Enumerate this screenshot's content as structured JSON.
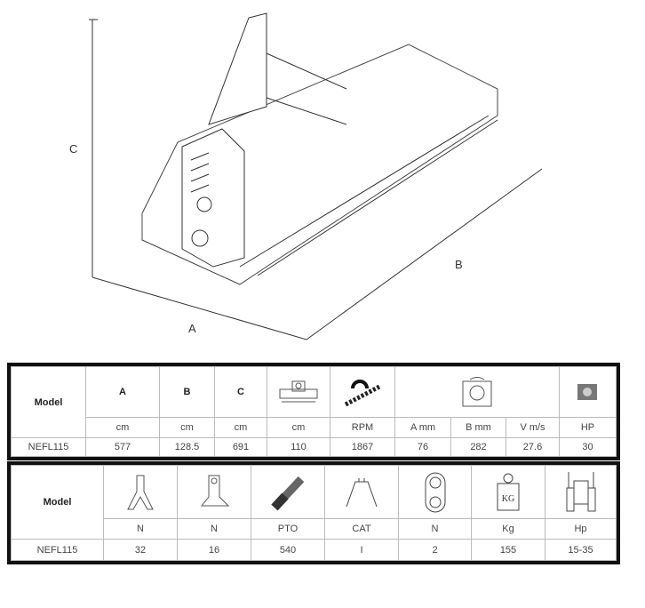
{
  "dimensions": {
    "a": "A",
    "b": "B",
    "c": "C"
  },
  "table1": {
    "model_header": "Model",
    "headers": [
      "A",
      "B",
      "C"
    ],
    "icons": [
      "cutting-width-icon",
      "rotor-rpm-icon",
      "blade-dimensions-icon",
      "gearbox-icon"
    ],
    "units": [
      "cm",
      "cm",
      "cm",
      "cm",
      "RPM",
      "A mm",
      "B mm",
      "V m/s",
      "HP"
    ],
    "row": {
      "model": "NEFL115",
      "values": [
        "577",
        "128.5",
        "691",
        "110",
        "1867",
        "76",
        "282",
        "27.6",
        "30"
      ]
    }
  },
  "table2": {
    "model_header": "Model",
    "icons": [
      "y-blade-icon",
      "hammer-blade-icon",
      "pto-shaft-icon",
      "hitch-category-icon",
      "belt-pulley-icon",
      "weight-kg-icon",
      "tractor-icon"
    ],
    "weight_icon_label": "KG",
    "units": [
      "N",
      "N",
      "PTO",
      "CAT",
      "N",
      "Kg",
      "Hp"
    ],
    "row": {
      "model": "NEFL115",
      "values": [
        "32",
        "16",
        "540",
        "I",
        "2",
        "155",
        "15-35"
      ]
    }
  }
}
